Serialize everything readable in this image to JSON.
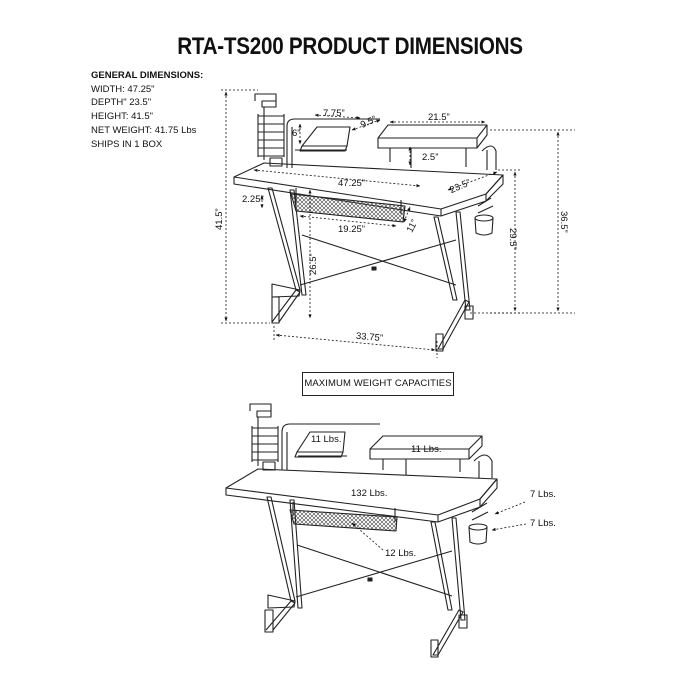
{
  "title": "RTA-TS200 PRODUCT DIMENSIONS",
  "general": {
    "heading": "GENERAL DIMENSIONS:",
    "lines": [
      "WIDTH: 47.25\"",
      "DEPTH\" 23.5\"",
      "HEIGHT: 41.5\"",
      "NET WEIGHT: 41.75 Lbs",
      "SHIPS IN 1 BOX"
    ]
  },
  "dimensions": {
    "shelf_small_width": "7.75”",
    "shelf_small_height": "6”",
    "shelf_gap": "9.5”",
    "shelf_large_width": "21.5”",
    "shelf_large_height": "2.5”",
    "desk_width": "47.25”",
    "desk_depth": "23.5”",
    "desk_thickness": "2.25”",
    "basket_width": "19.25”",
    "basket_depth": "11”",
    "total_height": "41.5”",
    "shelf_top_height": "36.5”",
    "desk_top_height": "29.5”",
    "knee_clearance": "26.5”",
    "leg_span": "33.75”"
  },
  "capacities": {
    "heading": "MAXIMUM WEIGHT CAPACITIES",
    "small_shelf": "11 Lbs.",
    "large_shelf": "11 Lbs.",
    "desk_top": "132 Lbs.",
    "basket": "12 Lbs.",
    "hook": "7 Lbs.",
    "cup_holder": "7 Lbs."
  }
}
